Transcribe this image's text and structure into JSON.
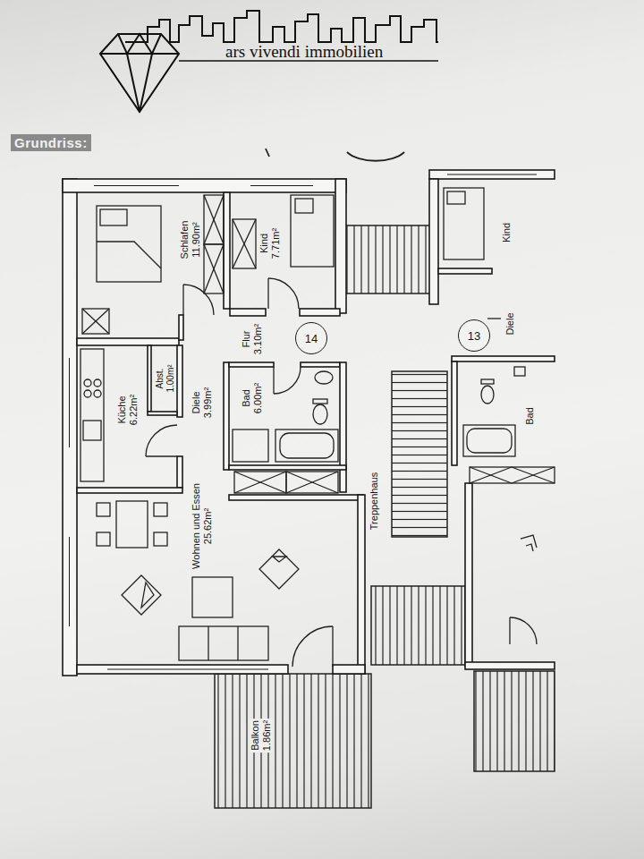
{
  "diagram": {
    "title": "Grundriss:",
    "nodes": [
      {
        "text": [
          "Schlafen",
          "11.90m²"
        ]
      },
      {
        "text": [
          "Kind",
          "7.71m²"
        ]
      },
      {
        "text": [
          "Kind"
        ]
      },
      {
        "text": [
          "14"
        ]
      },
      {
        "text": [
          "13"
        ]
      },
      {
        "text": [
          "Diele"
        ]
      },
      {
        "text": [
          "Flur",
          "3.10m²"
        ]
      },
      {
        "text": [
          "Küche",
          "6.22m²"
        ]
      },
      {
        "text": [
          "Abst.",
          "1.00m²"
        ]
      },
      {
        "text": [
          "Diele",
          "3.99m²"
        ]
      },
      {
        "text": [
          "Bad",
          "6.00m²"
        ]
      },
      {
        "text": [
          "Bad"
        ]
      },
      {
        "text": [
          "Treppenhaus"
        ]
      },
      {
        "text": [
          "Wohnen und Essen",
          "25.62m²"
        ]
      },
      {
        "text": [
          "Balkon",
          "1.86m²"
        ]
      }
    ],
    "labels": [
      "ars vivendi immobilien"
    ]
  }
}
